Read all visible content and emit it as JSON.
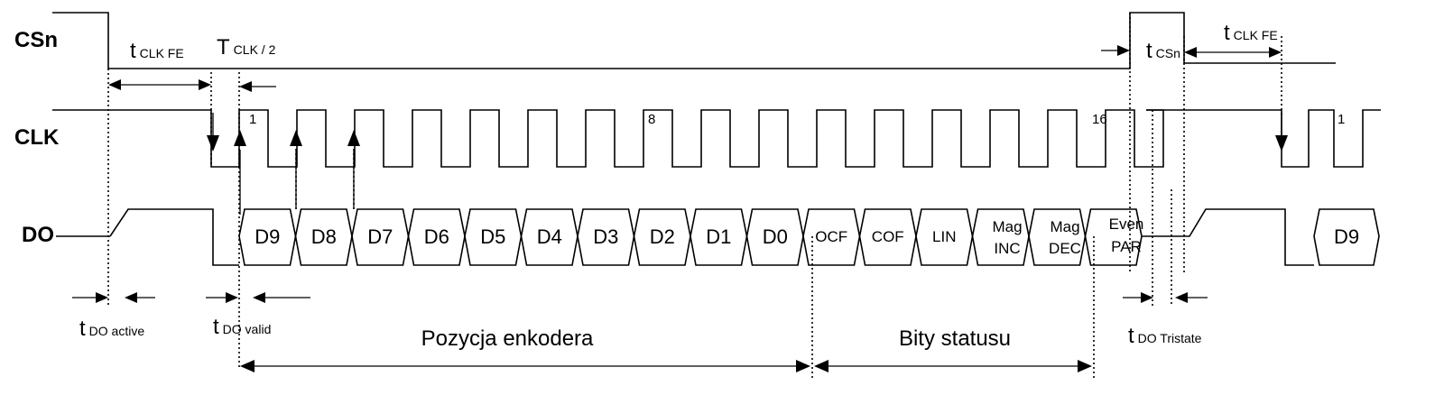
{
  "signals": {
    "csn": "CSn",
    "clk": "CLK",
    "do": "DO"
  },
  "clock_marks": {
    "first": "1",
    "eighth": "8",
    "sixteenth": "16",
    "next_first": "1"
  },
  "data_bits": [
    "D9",
    "D8",
    "D7",
    "D6",
    "D5",
    "D4",
    "D3",
    "D2",
    "D1",
    "D0"
  ],
  "status_bits": [
    "OCF",
    "COF",
    "LIN"
  ],
  "mag_inc": {
    "line1": "Mag",
    "line2": "INC"
  },
  "mag_dec": {
    "line1": "Mag",
    "line2": "DEC"
  },
  "even_par": {
    "line1": "Even",
    "line2": "PAR"
  },
  "next_frame_bit": "D9",
  "timing": {
    "t_clk_fe": {
      "main": "t",
      "sub": "CLK FE"
    },
    "t_clk_half": {
      "main": "T",
      "sub": "CLK / 2"
    },
    "t_csn": {
      "main": "t",
      "sub": "CSn"
    },
    "t_clk_fe_2": {
      "main": "t",
      "sub": "CLK FE"
    },
    "t_do_active": {
      "main": "t",
      "sub": "DO active"
    },
    "t_do_valid": {
      "main": "t",
      "sub": "DO valid"
    },
    "t_do_tristate": {
      "main": "t",
      "sub": "DO Tristate"
    }
  },
  "ranges": {
    "encoder_position": "Pozycja enkodera",
    "status_bits": "Bity statusu"
  }
}
